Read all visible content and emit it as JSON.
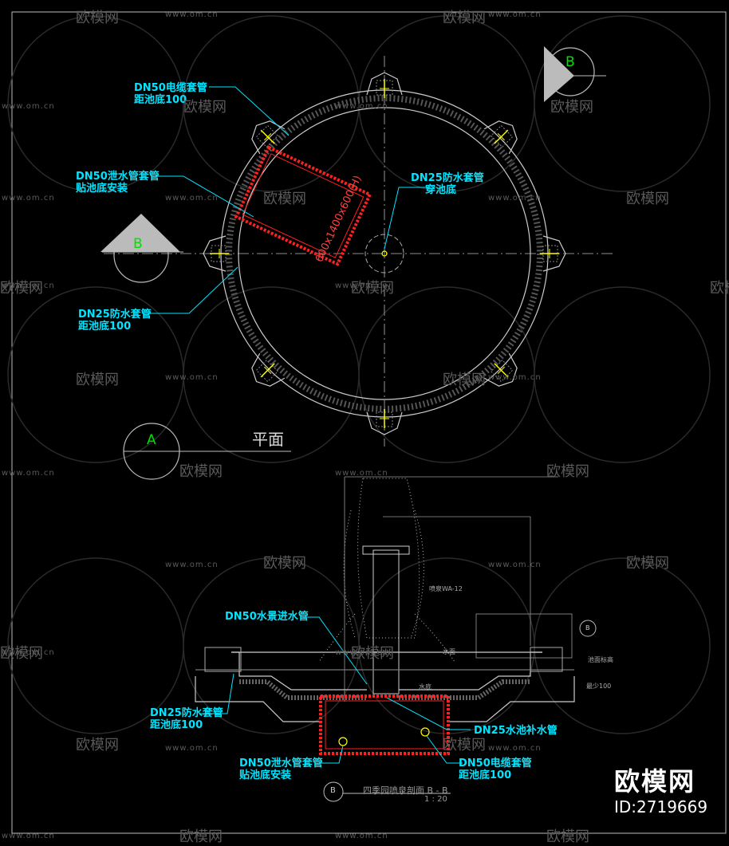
{
  "plan": {
    "title": "平面",
    "section_marks": {
      "top_right": "B",
      "left": "B",
      "bottom_left": "A"
    },
    "labels": {
      "dn50_cable_sleeve": [
        "DN50电缆套管",
        "距池底100"
      ],
      "dn50_drain_sleeve": [
        "DN50泄水管套管",
        "贴池底安装"
      ],
      "dn25_center": [
        "DN25防水套管",
        "穿池底"
      ],
      "dn25_left": [
        "DN25防水套管",
        "距池底100"
      ]
    },
    "pit_dimension": "600x1400x600(H)"
  },
  "section": {
    "labels": {
      "dn50_inlet": "DN50水景进水管",
      "dn25_left": [
        "DN25防水套管",
        "距池底100"
      ],
      "dn25_supply": "DN25水池补水管",
      "dn50_drain": [
        "DN50泄水管套管",
        "贴池底安装"
      ],
      "dn50_cable": [
        "DN50电缆套管",
        "距池底100"
      ]
    },
    "title": "四季园喷泉剖面 B - B",
    "scale": "1 : 20",
    "mark": "B",
    "side_mark": "B",
    "small_notes": [
      "喷泉WA-12",
      "水面",
      "水底",
      "池面标高",
      "最少100"
    ]
  },
  "watermark": {
    "url": "www.om.cn",
    "brand": "欧模网"
  },
  "brand": {
    "name": "欧模网",
    "id": "ID:2719669"
  },
  "colors": {
    "background": "#000000",
    "label": "#00e5ff",
    "mark": "#00e000",
    "pit": "#ff2020",
    "line": "#c8c8c8"
  }
}
